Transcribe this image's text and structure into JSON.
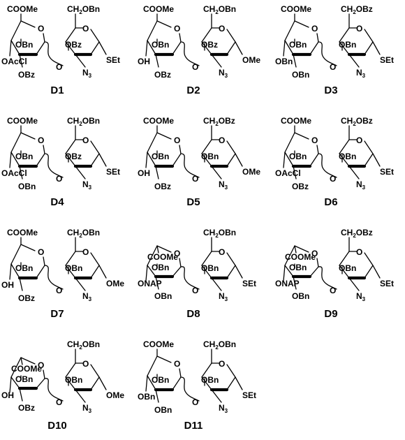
{
  "compounds": [
    {
      "id": "D1",
      "left": {
        "top": "COOMe",
        "r1": "OBn",
        "r2": "OAcCl",
        "r3": "OBz"
      },
      "right": {
        "top": "CH2OBn",
        "r1": "OBz",
        "anomeric": "SEt",
        "n": "N3"
      }
    },
    {
      "id": "D2",
      "left": {
        "top": "COOMe",
        "r1": "OBn",
        "r2": "OH",
        "r3": "OBz"
      },
      "right": {
        "top": "CH2OBn",
        "r1": "OBz",
        "anomeric": "OMe",
        "n": "N3"
      }
    },
    {
      "id": "D3",
      "left": {
        "top": "COOMe",
        "r1": "OBn",
        "r2": "OBn",
        "r3": "OBn"
      },
      "right": {
        "top": "CH2OBz",
        "r1": "OBn",
        "anomeric": "SEt",
        "n": "N3"
      }
    },
    {
      "id": "D4",
      "left": {
        "top": "COOMe",
        "r1": "OBn",
        "r2": "OAcCl",
        "r3": "OBn"
      },
      "right": {
        "top": "CH2OBn",
        "r1": "OBz",
        "anomeric": "SEt",
        "n": "N3"
      }
    },
    {
      "id": "D5",
      "left": {
        "top": "COOMe",
        "r1": "OBn",
        "r2": "OH",
        "r3": "OBz"
      },
      "right": {
        "top": "CH2OBz",
        "r1": "OBn",
        "anomeric": "OMe",
        "n": "N3"
      }
    },
    {
      "id": "D6",
      "left": {
        "top": "COOMe",
        "r1": "OBn",
        "r2": "OAcCl",
        "r3": "OBz"
      },
      "right": {
        "top": "CH2OBz",
        "r1": "OBn",
        "anomeric": "SEt",
        "n": "N3"
      }
    },
    {
      "id": "D7",
      "left": {
        "top": "COOMe",
        "r1": "OBn",
        "r2": "OH",
        "r3": "OBz"
      },
      "right": {
        "top": "CH2OBn",
        "r1": "OBn",
        "anomeric": "OMe",
        "n": "N3"
      }
    },
    {
      "id": "D8",
      "left": {
        "top": "COOMe",
        "r1": "OBn",
        "r2": "ONAP",
        "r3": "OBn",
        "ido": true
      },
      "right": {
        "top": "CH2OBn",
        "r1": "OBn",
        "anomeric": "SEt",
        "n": "N3"
      }
    },
    {
      "id": "D9",
      "left": {
        "top": "COOMe",
        "r1": "OBn",
        "r2": "ONAP",
        "r3": "OBn",
        "ido": true
      },
      "right": {
        "top": "CH2OBz",
        "r1": "OBn",
        "anomeric": "SEt",
        "n": "N3"
      }
    },
    {
      "id": "D10",
      "left": {
        "top": "COOMe",
        "r1": "OBn",
        "r2": "OH",
        "r3": "OBz",
        "ido": true
      },
      "right": {
        "top": "CH2OBn",
        "r1": "OBn",
        "anomeric": "OMe",
        "n": "N3"
      }
    },
    {
      "id": "D11",
      "left": {
        "top": "COOMe",
        "r1": "OBn",
        "r2": "OBn",
        "r3": "OBn"
      },
      "right": {
        "top": "CH2OBn",
        "r1": "OBn",
        "anomeric": "SEt",
        "n": "N3"
      }
    }
  ],
  "ring_oxygen": "O"
}
